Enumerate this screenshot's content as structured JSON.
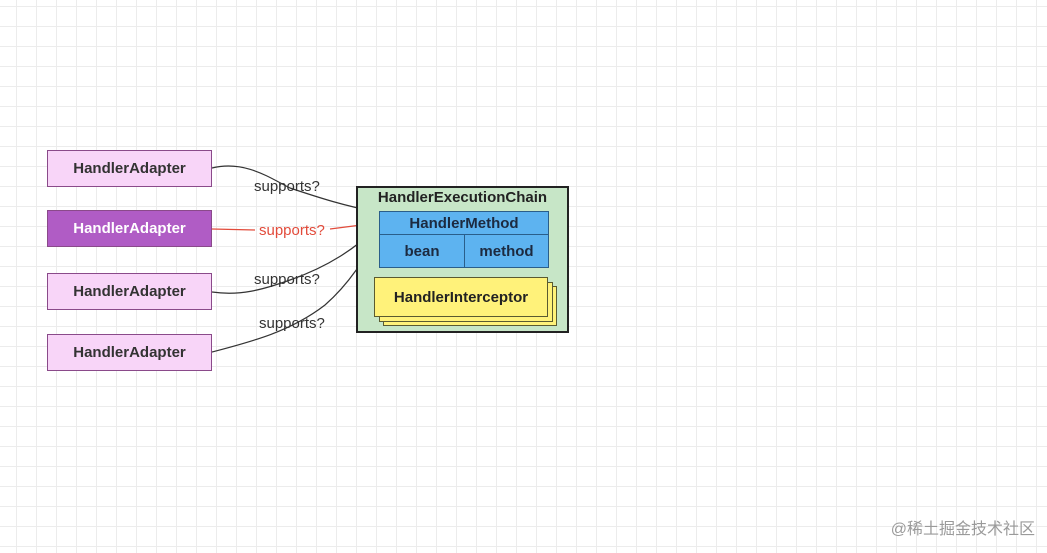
{
  "adapters": [
    {
      "label": "HandlerAdapter",
      "active": false
    },
    {
      "label": "HandlerAdapter",
      "active": true
    },
    {
      "label": "HandlerAdapter",
      "active": false
    },
    {
      "label": "HandlerAdapter",
      "active": false
    }
  ],
  "edge_labels": [
    "supports?",
    "supports?",
    "supports?",
    "supports?"
  ],
  "chain": {
    "title": "HandlerExecutionChain",
    "handler_method": {
      "title": "HandlerMethod",
      "fields": [
        "bean",
        "method"
      ]
    },
    "interceptor": "HandlerInterceptor"
  },
  "colors": {
    "adapter_fill": "#f8d5f8",
    "adapter_active_fill": "#b05cc5",
    "chain_fill": "#c7e6c7",
    "handler_method_fill": "#5db3f0",
    "interceptor_fill": "#fff27a",
    "active_edge": "#e24b3b",
    "edge": "#333333"
  },
  "watermark": "@稀土掘金技术社区"
}
